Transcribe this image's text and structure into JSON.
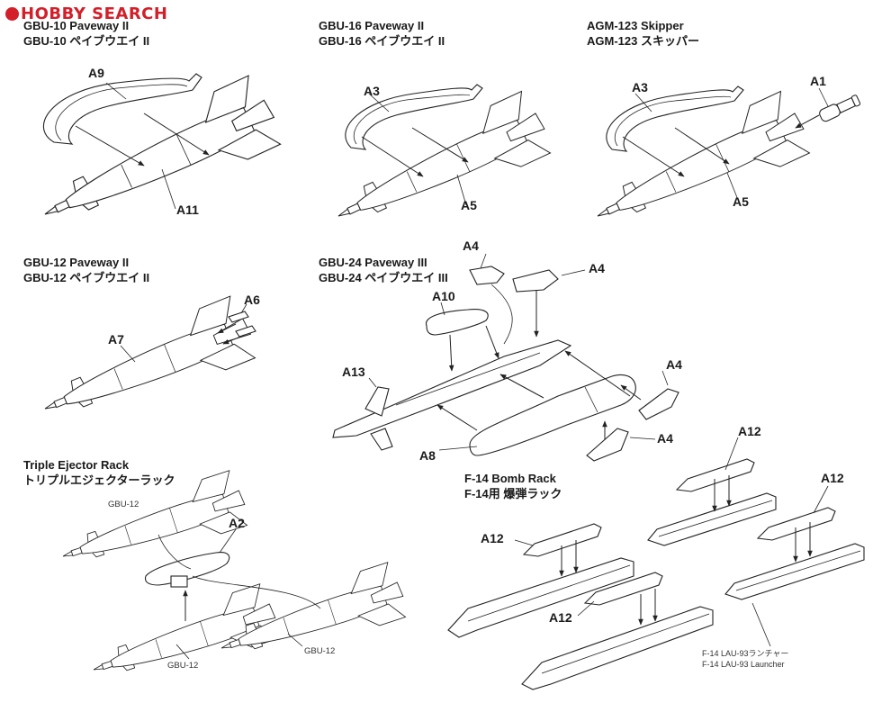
{
  "watermark": "HOBBY SEARCH",
  "sections": {
    "gbu10": {
      "en": "GBU-10 Paveway II",
      "jp": "GBU-10 ペイブウエイ II"
    },
    "gbu16": {
      "en": "GBU-16 Paveway II",
      "jp": "GBU-16 ペイブウエイ II"
    },
    "agm123": {
      "en": "AGM-123 Skipper",
      "jp": "AGM-123 スキッパー"
    },
    "gbu12": {
      "en": "GBU-12 Paveway II",
      "jp": "GBU-12 ペイブウエイ II"
    },
    "gbu24": {
      "en": "GBU-24 Paveway III",
      "jp": "GBU-24 ペイブウエイ III"
    },
    "ter": {
      "en": "Triple Ejector Rack",
      "jp": "トリプルエジェクターラック"
    },
    "f14": {
      "en": "F-14 Bomb Rack",
      "jp": "F-14用 爆弾ラック"
    }
  },
  "part_labels": {
    "a9": "A9",
    "a11": "A11",
    "a3_a": "A3",
    "a5_a": "A5",
    "a3_b": "A3",
    "a1": "A1",
    "a5_b": "A5",
    "a6": "A6",
    "a7": "A7",
    "a4_top": "A4",
    "a4_right": "A4",
    "a4_mid": "A4",
    "a4_bottom": "A4",
    "a10": "A10",
    "a13": "A13",
    "a8": "A8",
    "a2": "A2",
    "a12_top": "A12",
    "a12_right": "A12",
    "a12_left": "A12",
    "a12_mid": "A12"
  },
  "ter_labels": {
    "top": "GBU-12",
    "bottom_left": "GBU-12",
    "bottom_right": "GBU-12"
  },
  "launcher_note": {
    "jp": "F-14 LAU-93ランチャー",
    "en": "F-14 LAU-93 Launcher"
  }
}
